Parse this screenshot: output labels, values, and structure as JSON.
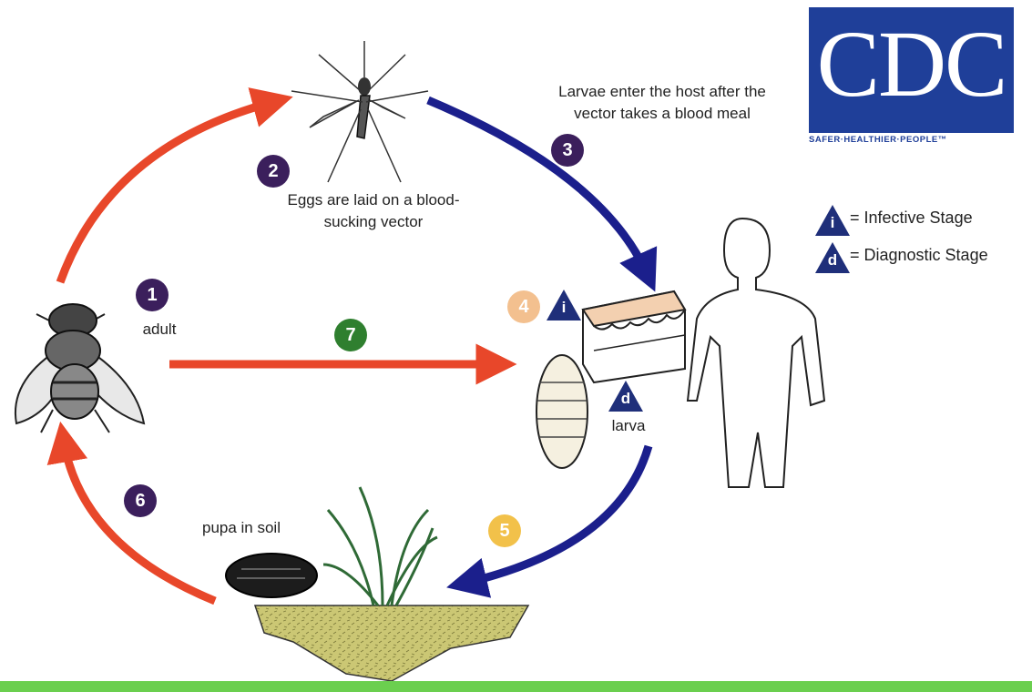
{
  "logo": {
    "name": "CDC",
    "tagline": "SAFER·HEALTHIER·PEOPLE™",
    "color": "#1f3f99"
  },
  "legend": [
    {
      "symbol": "i",
      "text": "= Infective Stage"
    },
    {
      "symbol": "d",
      "text": "= Diagnostic Stage"
    }
  ],
  "steps": [
    {
      "number": "1",
      "label": "adult",
      "color": "#3b1f5c"
    },
    {
      "number": "2",
      "label": "Eggs are laid on a blood-sucking vector",
      "color": "#3b1f5c"
    },
    {
      "number": "3",
      "label": "Larvae enter the host after the vector takes a blood meal",
      "color": "#3b1f5c"
    },
    {
      "number": "4",
      "label": "",
      "color": "#f3c08f"
    },
    {
      "number": "5",
      "label": "",
      "color": "#f2c14a"
    },
    {
      "number": "6",
      "label": "pupa in soil",
      "color": "#3b1f5c"
    },
    {
      "number": "7",
      "label": "",
      "color": "#2f7f2f"
    }
  ],
  "stage_markers": {
    "infective": "i",
    "diagnostic": "d",
    "larva_label": "larva"
  },
  "colors": {
    "red_arrow": "#e8472a",
    "blue_arrow": "#1b1f8c",
    "soil": "#cbc774",
    "marker": "#1f2f7a"
  }
}
